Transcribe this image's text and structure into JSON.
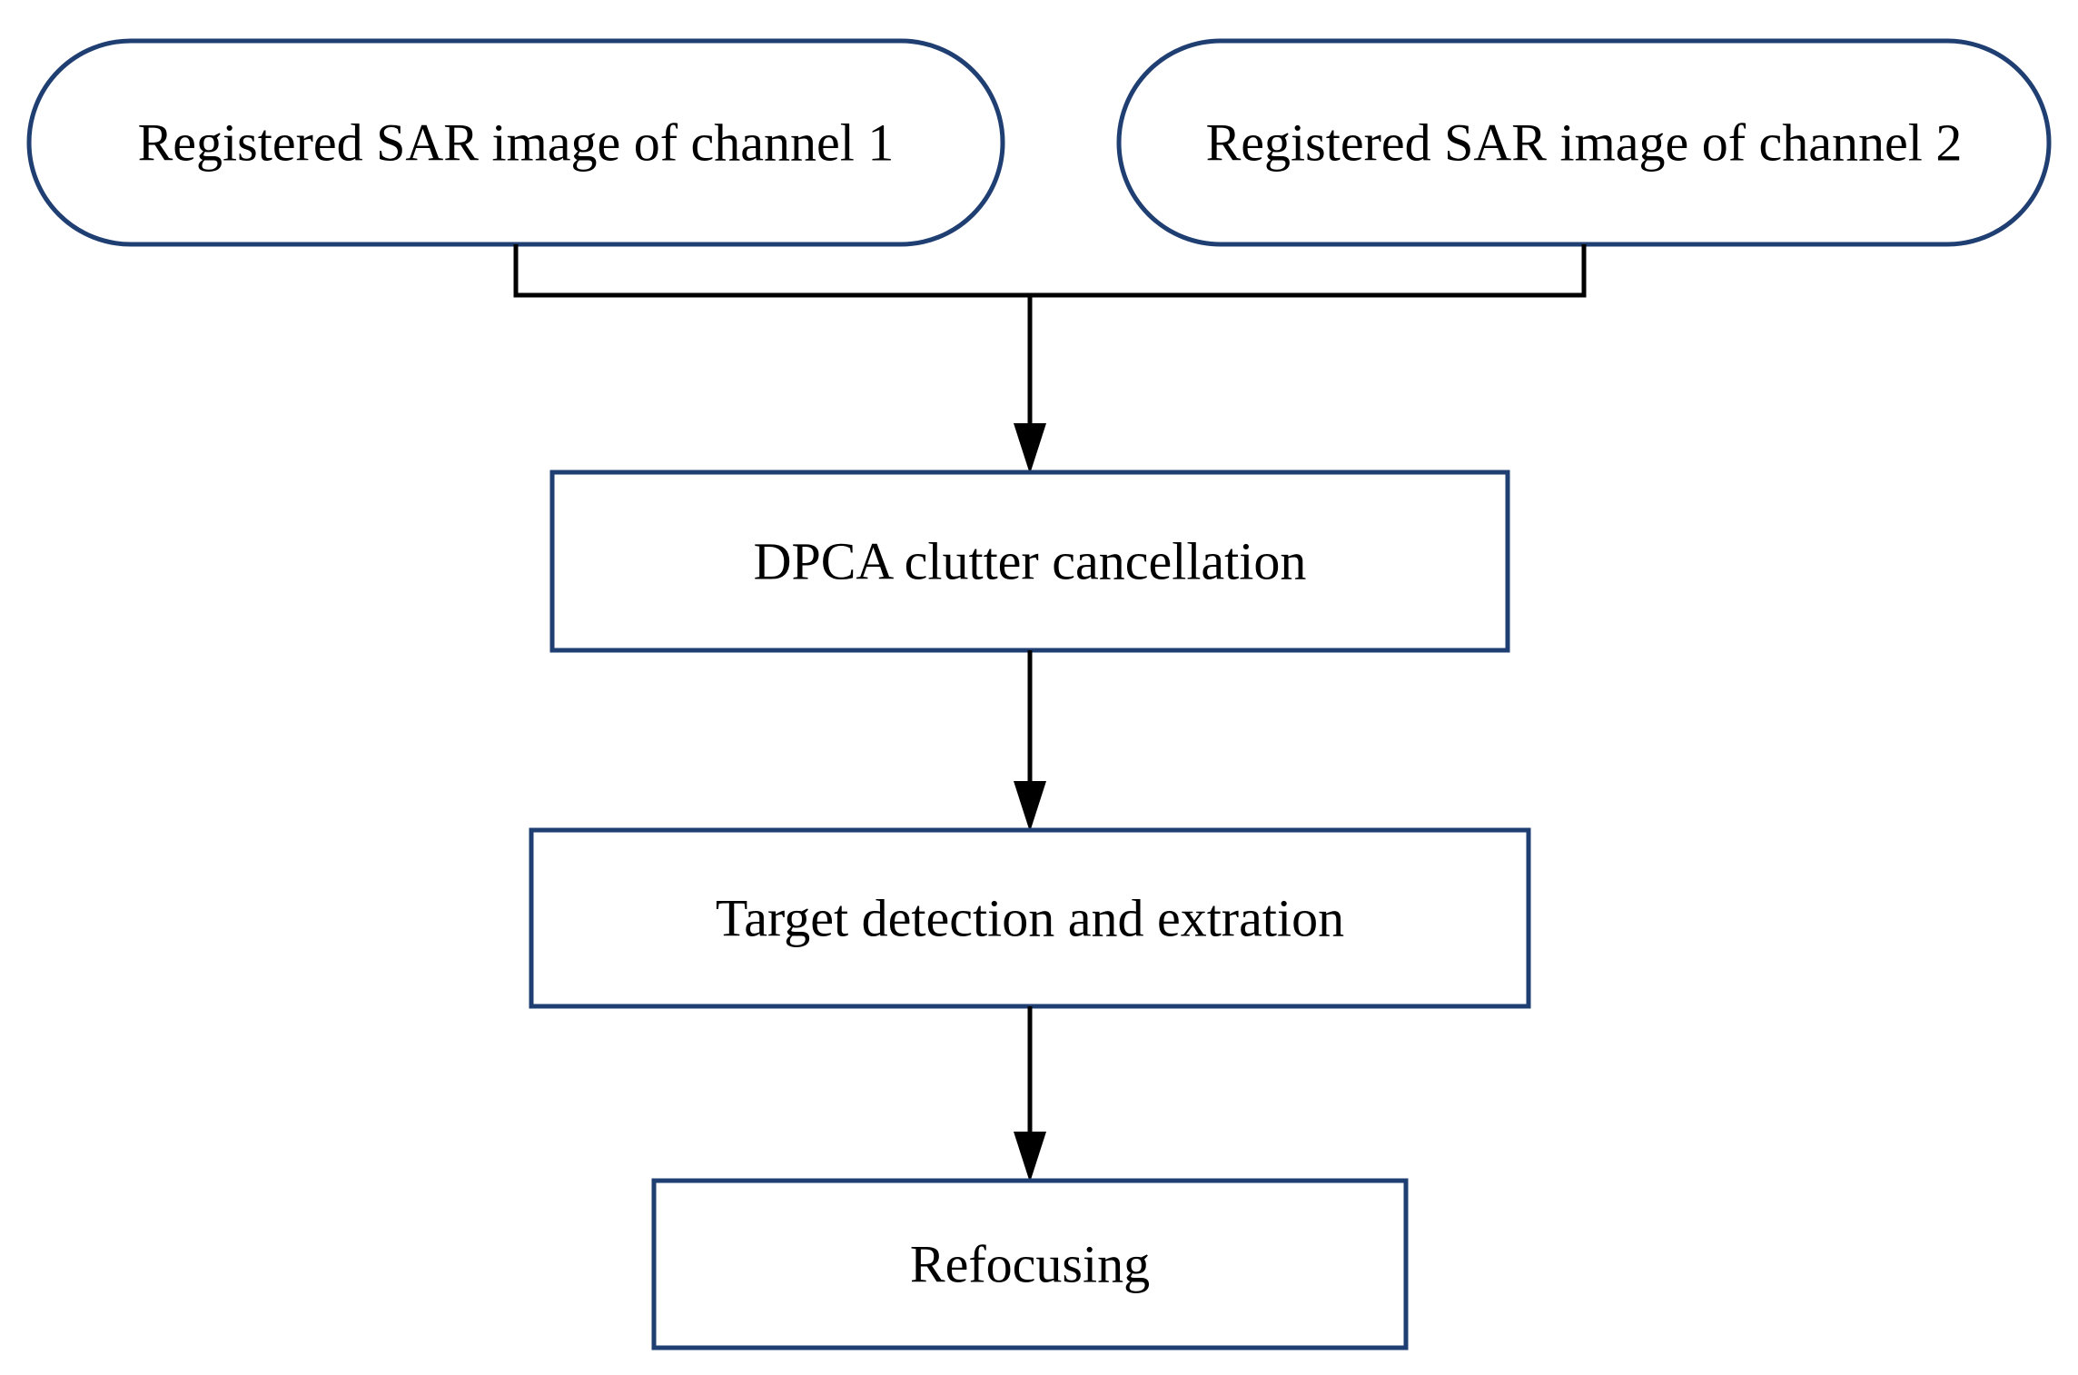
{
  "diagram": {
    "type": "flowchart",
    "inputs": [
      {
        "id": "input-channel-1",
        "label": "Registered SAR image of channel 1"
      },
      {
        "id": "input-channel-2",
        "label": "Registered SAR image of channel 2"
      }
    ],
    "steps": [
      {
        "id": "step-dpca",
        "label": "DPCA clutter cancellation"
      },
      {
        "id": "step-detection",
        "label": "Target detection and extration"
      },
      {
        "id": "step-refocusing",
        "label": "Refocusing"
      }
    ],
    "colors": {
      "node_border": "#1f3f72",
      "connector": "#000000",
      "text": "#000000",
      "background": "#ffffff"
    }
  }
}
